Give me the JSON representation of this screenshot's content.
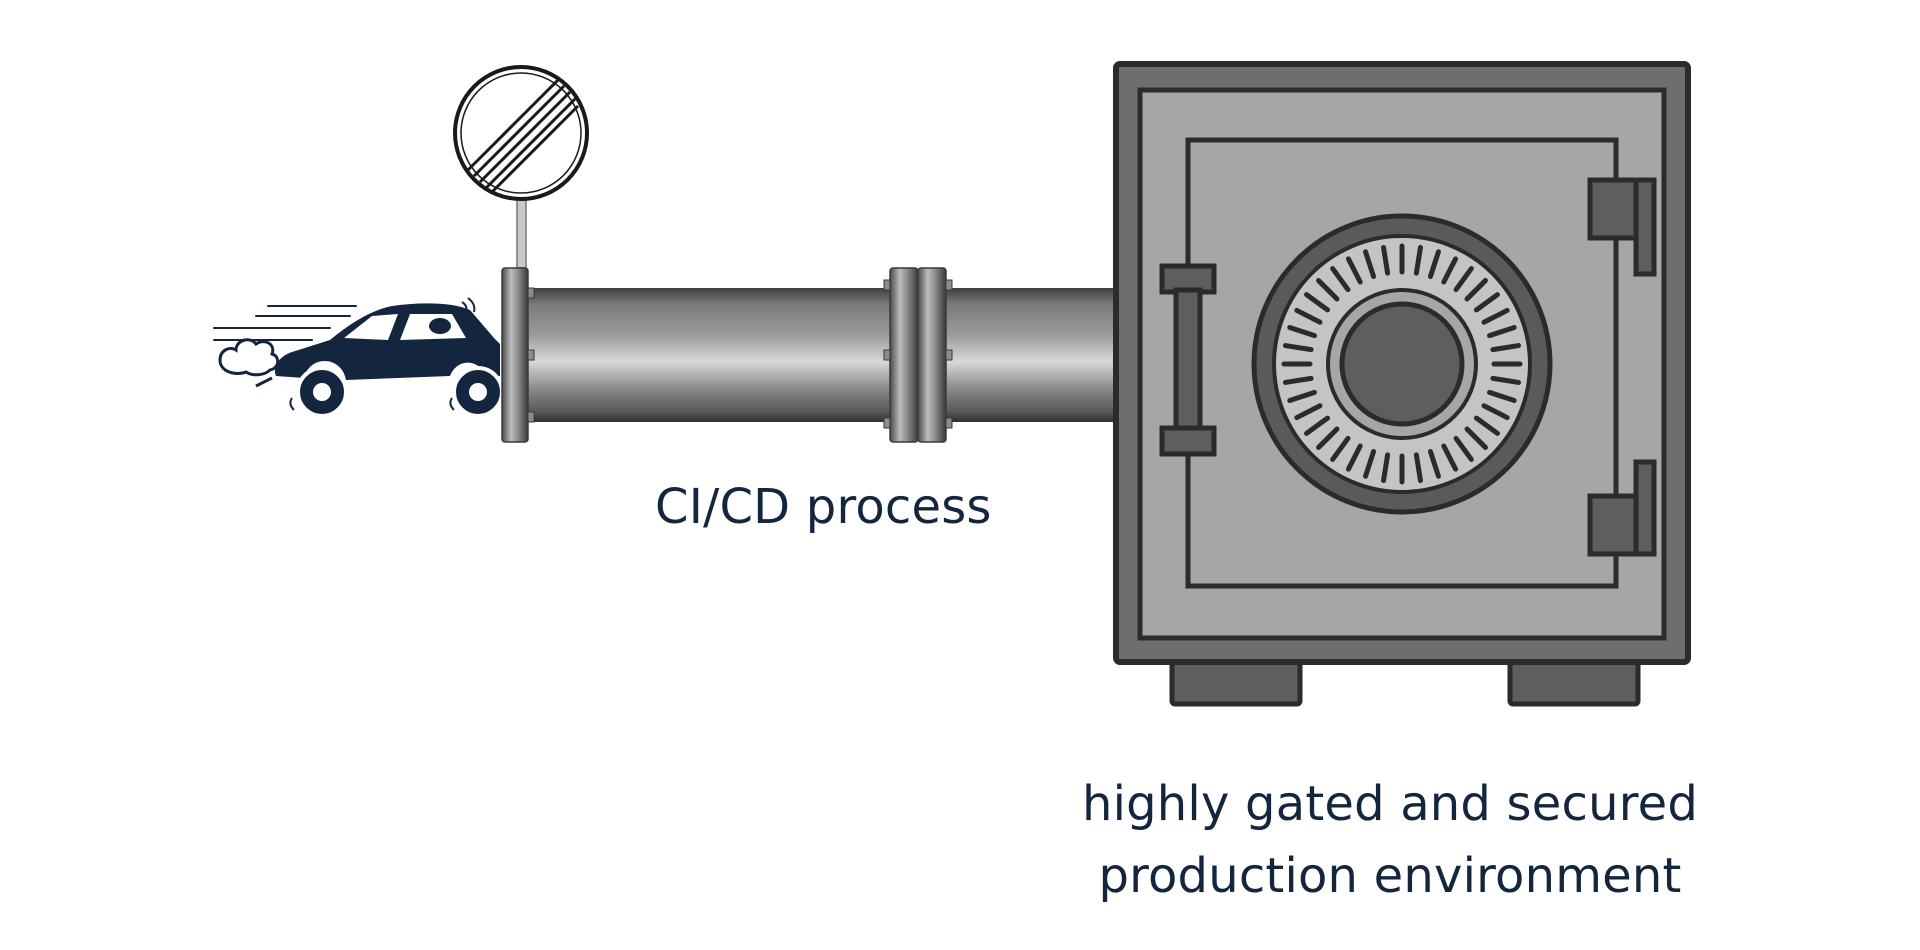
{
  "diagram": {
    "pipeline_label": "CI/CD process",
    "destination_label_lines": [
      "highly gated and secured",
      "production environment"
    ],
    "icons": {
      "car": "speeding-car-icon",
      "sign": "end-of-speed-limit-sign-icon",
      "pipe": "pipe-icon",
      "safe": "safe-icon"
    },
    "colors": {
      "text": "#14253e",
      "car": "#14253e",
      "safe_outer": "#6e6e6e",
      "safe_inner": "#a6a6a6",
      "safe_dial": "#5a5a5a",
      "safe_outline": "#2b2b2b",
      "pipe_dark": "#3a3a3a",
      "pipe_light": "#cfcfcf"
    }
  }
}
